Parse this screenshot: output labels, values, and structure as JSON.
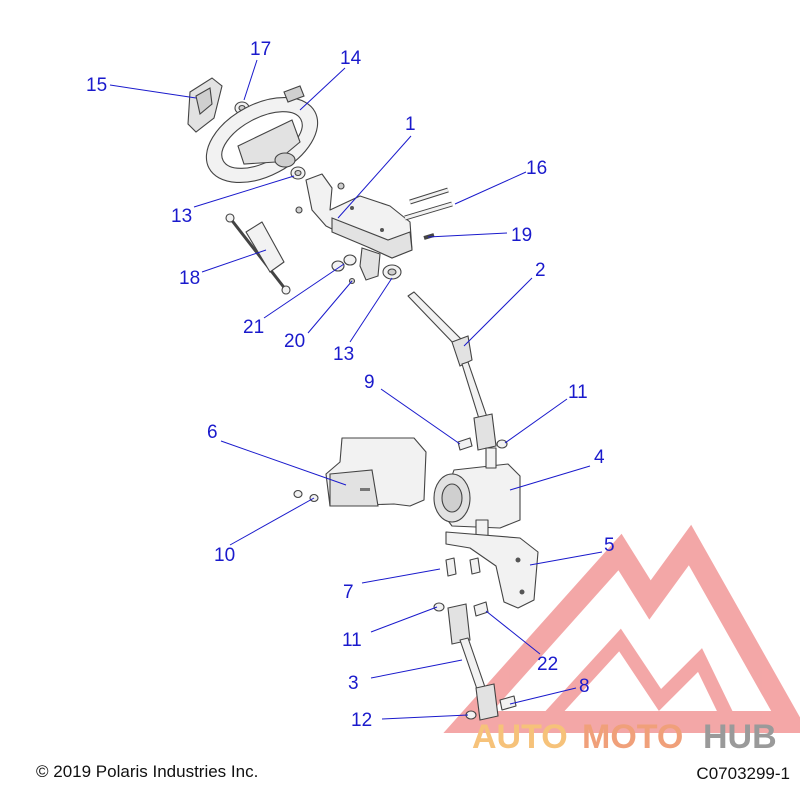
{
  "callouts": {
    "c1": "1",
    "c2": "2",
    "c3": "3",
    "c4": "4",
    "c5": "5",
    "c6": "6",
    "c7": "7",
    "c8": "8",
    "c9": "9",
    "c10": "10",
    "c11a": "11",
    "c11b": "11",
    "c12": "12",
    "c13a": "13",
    "c13b": "13",
    "c14": "14",
    "c15": "15",
    "c16": "16",
    "c17": "17",
    "c18": "18",
    "c19": "19",
    "c20": "20",
    "c21": "21",
    "c22": "22"
  },
  "footer": {
    "copyright": "© 2019 Polaris Industries Inc.",
    "part_number": "C0703299-1"
  },
  "watermark": {
    "text_auto": "AUTO",
    "text_moto": "MOTO",
    "text_hub": "HUB",
    "colors": {
      "auto": "#f6c27a",
      "moto": "#f0a07a",
      "hub": "#9a9a9a",
      "logo": "#f08a8a"
    }
  },
  "colors": {
    "callout": "#1a1acc"
  }
}
